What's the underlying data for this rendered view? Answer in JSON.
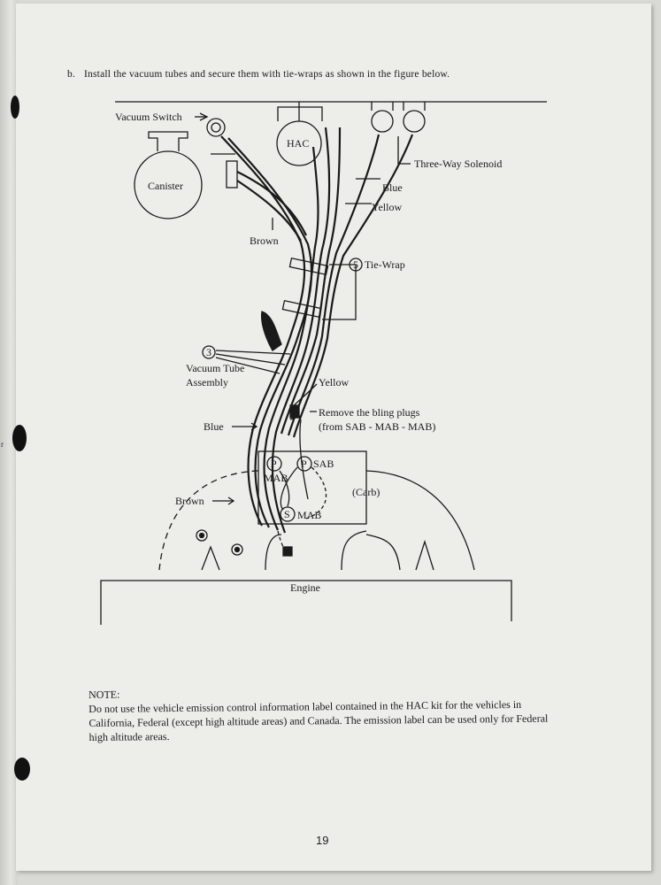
{
  "document": {
    "instruction": {
      "marker": "b.",
      "text": "Install the vacuum tubes and secure them with tie-wraps as shown in the figure below."
    },
    "figure": {
      "labels": {
        "vacuum_switch": "Vacuum Switch",
        "hac": "HAC",
        "three_way_solenoid": "Three-Way Solenoid",
        "canister": "Canister",
        "blue_top": "Blue",
        "yellow_top": "Yellow",
        "brown_top": "Brown",
        "callout_5": "5",
        "tie_wrap": "Tie-Wrap",
        "callout_3": "3",
        "vacuum_tube_line1": "Vacuum Tube",
        "vacuum_tube_line2": "Assembly",
        "yellow_mid": "Yellow",
        "remove_plugs_line1": "Remove the bling plugs",
        "remove_plugs_line2": "(from SAB - MAB - MAB)",
        "blue_mid": "Blue",
        "port_p": "P",
        "sab": "SAB",
        "mab_top": "MAB",
        "carb": "(Carb)",
        "brown_bottom": "Brown",
        "port_s": "S",
        "mab_bottom": "MAB",
        "engine": "Engine"
      }
    },
    "note": {
      "heading": "NOTE:",
      "body": "Do not use the vehicle emission control information label contained in the HAC kit for the vehicles in California, Federal (except high altitude areas) and Canada. The emission label can be used only for Federal high altitude areas."
    },
    "page_number": "19"
  }
}
